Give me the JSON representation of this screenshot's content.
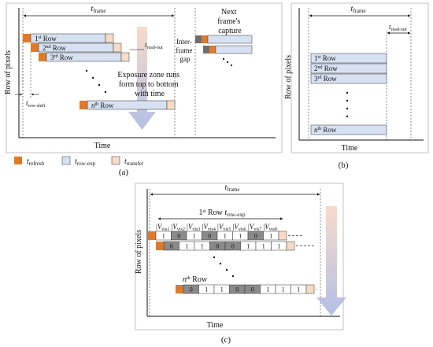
{
  "colors": {
    "refresh": "#e07a2a",
    "row_exp": "#d6e1f2",
    "transfer": "#f6dcc6",
    "bit_one": "#ffffff",
    "bit_zero": "#8a8a8a",
    "previous_frame": "#6e6e6e",
    "arrow_top": "#f6d4c2",
    "arrow_bottom": "#aab8e2"
  },
  "panel_a": {
    "caption": "(a)",
    "t_frame": "frame",
    "t_read_out": "read-out",
    "t_row_shift": "row-shift",
    "y_label": "Row of pixels",
    "x_label": "Time",
    "rows": [
      {
        "label": "1",
        "sup": "st",
        "suffix": " Row"
      },
      {
        "label": "2",
        "sup": "nd",
        "suffix": " Row"
      },
      {
        "label": "3",
        "sup": "rd",
        "suffix": " Row"
      },
      {
        "label": "n",
        "sup": "th",
        "suffix": " Row"
      }
    ],
    "exposure_note": [
      "Exposure zone runs",
      "form top to bottom",
      "with time"
    ],
    "gap_label": [
      "Inter-",
      "frame",
      "gap"
    ],
    "next_frame": [
      "Next",
      "frame's",
      "capture"
    ]
  },
  "panel_b": {
    "caption": "(b)",
    "t_frame": "frame",
    "t_read_out": "read-out",
    "y_label": "Row of pixels",
    "x_label": "Time",
    "rows": [
      {
        "label": "1",
        "sup": "st",
        "suffix": " Row"
      },
      {
        "label": "2",
        "sup": "nd",
        "suffix": " Row"
      },
      {
        "label": "3",
        "sup": "rd",
        "suffix": " Row"
      },
      {
        "label": "n",
        "sup": "th",
        "suffix": " Row"
      }
    ]
  },
  "legend": [
    {
      "key": "refresh",
      "sub": "refresh"
    },
    {
      "key": "row_exp",
      "sub": "row-exp"
    },
    {
      "key": "transfer",
      "sub": "transfer"
    }
  ],
  "panel_c": {
    "caption": "(c)",
    "t_frame": "frame",
    "y_label": "Row of pixels",
    "x_label": "Time",
    "row1_label": {
      "label": "1",
      "sup": "st",
      "suffix": " Row "
    },
    "t_row_exp": "row-exp",
    "vis_labels": [
      "vis1",
      "vis2",
      "vis3",
      "vis4",
      "vis5",
      "vis6",
      "vis7",
      "vis8"
    ],
    "row1_bits": [
      "1",
      "0",
      "1",
      "0",
      "1",
      "1",
      "0",
      "1"
    ],
    "row2_bits": [
      "0",
      "1",
      "1",
      "0",
      "0",
      "1",
      "1",
      "1"
    ],
    "rown_bits": [
      "0",
      "1",
      "1",
      "0",
      "0",
      "1",
      "1",
      "1"
    ],
    "rown_label": {
      "label": "n",
      "sup": "th",
      "suffix": " Row"
    }
  }
}
